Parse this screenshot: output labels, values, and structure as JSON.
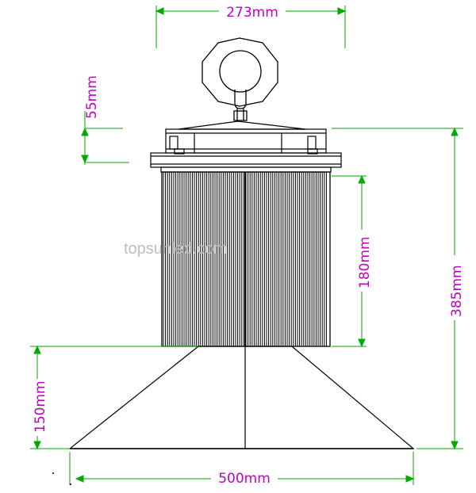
{
  "colors": {
    "dimension_line": "#00aa00",
    "dimension_text": "#c000c0",
    "outline": "#000000",
    "watermark": "#bdbdbd"
  },
  "dimensions": {
    "top_width": "273mm",
    "hook_height": "55mm",
    "heatsink_height": "180mm",
    "total_height": "385mm",
    "reflector_height": "150mm",
    "bottom_width": "500mm"
  },
  "watermark": "topsunled.com"
}
